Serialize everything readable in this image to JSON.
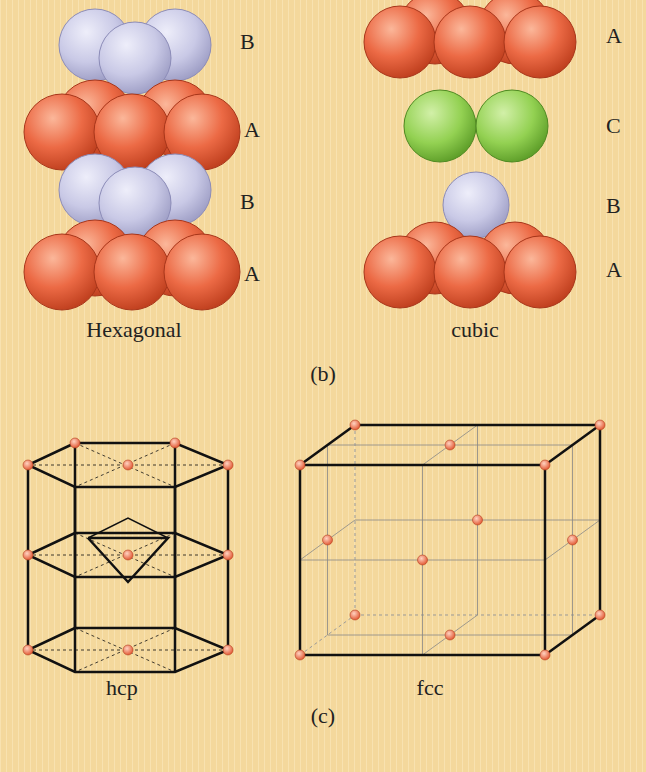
{
  "diagram": {
    "labels": [
      "B",
      "A",
      "B",
      "A",
      "Hexagonal",
      "A",
      "C",
      "B",
      "A",
      "cubic",
      "(b)",
      "hcp",
      "fcc",
      "(c)"
    ]
  }
}
